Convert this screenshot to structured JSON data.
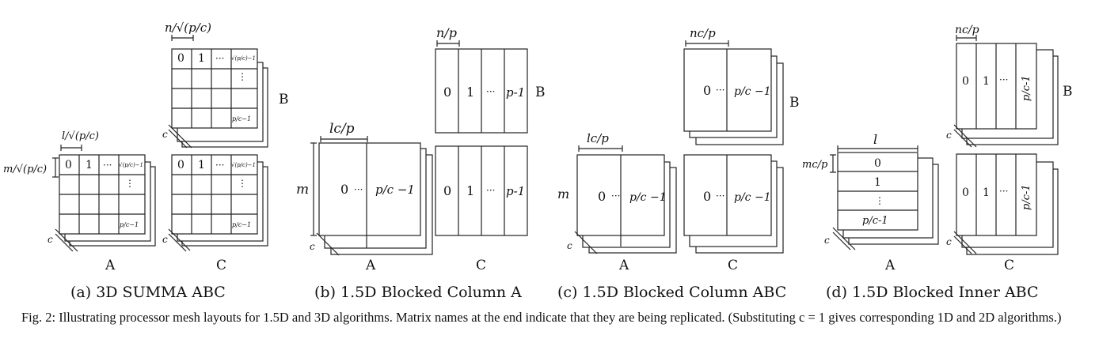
{
  "panels": [
    {
      "caption": "(a) 3D SUMMA ABC",
      "matrices": {
        "A": "A",
        "B": "B",
        "C": "C"
      },
      "dims": {
        "top_B": "n/√(p/c)",
        "top_A": "l/√(p/c)",
        "left_A": "m/√(p/c)",
        "depth": "c"
      },
      "cells": {
        "first": "0",
        "second": "1",
        "dots": "···",
        "last": "√(p/c)−1",
        "vdots": "⋮",
        "bottom": "p/c−1"
      }
    },
    {
      "caption": "(b) 1.5D Blocked Column A",
      "matrices": {
        "A": "A",
        "B": "B",
        "C": "C"
      },
      "dims": {
        "top_A": "lc/p",
        "left_A": "m",
        "top_B": "n/p",
        "depth": "c"
      },
      "cells": {
        "first": "0",
        "dots": "···",
        "last": "p/c −1",
        "b0": "0",
        "b1": "1",
        "bdots": "···",
        "blast": "p-1"
      }
    },
    {
      "caption": "(c) 1.5D Blocked Column ABC",
      "matrices": {
        "A": "A",
        "B": "B",
        "C": "C"
      },
      "dims": {
        "top_A": "lc/p",
        "left_A": "m",
        "top_B": "nc/p",
        "depth": "c"
      },
      "cells": {
        "first": "0",
        "dots": "···",
        "last": "p/c −1"
      }
    },
    {
      "caption": "(d) 1.5D Blocked Inner ABC",
      "matrices": {
        "A": "A",
        "B": "B",
        "C": "C"
      },
      "dims": {
        "top_A": "l",
        "left_A": "mc/p",
        "top_B": "nc/p",
        "depth": "c"
      },
      "cells": {
        "r0": "0",
        "r1": "1",
        "rdots": "⋮",
        "rlast": "p/c-1",
        "c0": "0",
        "c1": "1",
        "cdots": "···",
        "clast": "p/c-1"
      }
    }
  ],
  "figure_caption": "Fig. 2: Illustrating processor mesh layouts for 1.5D and 3D algorithms. Matrix names at the end indicate that they are being replicated. (Substituting c = 1 gives corresponding 1D and 2D algorithms.)"
}
